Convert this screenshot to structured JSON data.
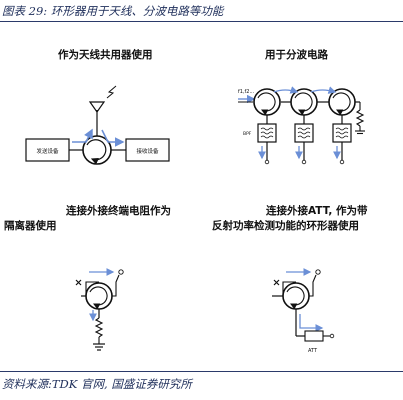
{
  "figure": {
    "title": "图表 29:  环形器用于天线、分波电路等功能",
    "source": "资料来源:TDK 官网, 国盛证券研究所"
  },
  "panels": {
    "top_left": {
      "heading": "作为天线共用器使用",
      "tx_label": "发送设备",
      "rx_label": "接收设备"
    },
    "top_right": {
      "heading": "用于分波电路",
      "bpf_label": "BPF",
      "input_label": "f1,f2..."
    },
    "bottom_left": {
      "heading_line1": "连接外接终端电阻作为",
      "heading_line2": "隔离器使用"
    },
    "bottom_right": {
      "heading_line1": "连接外接ATT, 作为带",
      "heading_line2": "反射功率检测功能的环形器使用",
      "att_label": "ATT"
    }
  },
  "colors": {
    "title": "#1f2f5b",
    "arrow_blue": "#6b8fd6",
    "line": "#111111",
    "rule": "#2b3a6a"
  }
}
